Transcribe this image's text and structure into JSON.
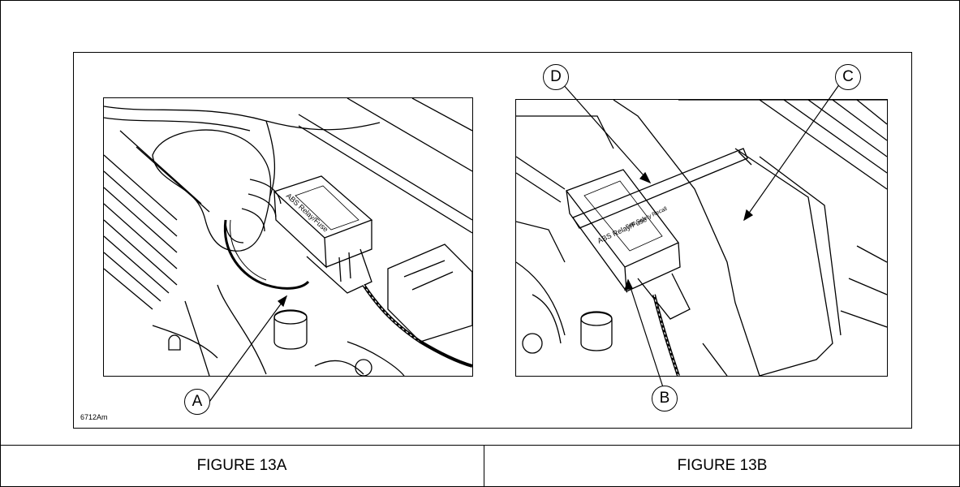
{
  "figure_code": "6712Am",
  "captions": {
    "left": "FIGURE 13A",
    "right": "FIGURE 13B"
  },
  "callouts": {
    "a": "A",
    "b": "B",
    "c": "C",
    "d": "D"
  },
  "module_labels": {
    "a_title": "ABS Relay/Fuse",
    "b_title": "ABS Relay/Fuse",
    "note": "See Safety Recall"
  }
}
